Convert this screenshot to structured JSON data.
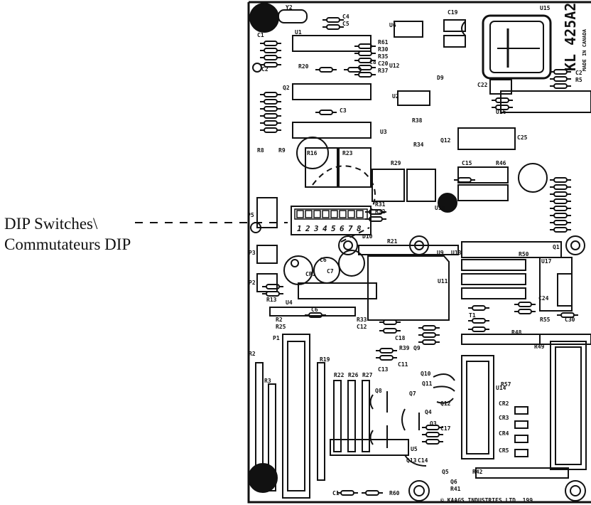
{
  "callout": {
    "line1": "DIP Switches\\",
    "line2": "Commutateurs DIP"
  },
  "board": {
    "part_number": "KL 425A2",
    "made_in": "MADE IN CANADA",
    "copyright": "© KAAGS INDUSTRIES LTD. 199",
    "dip_numbers": [
      "1",
      "2",
      "3",
      "4",
      "5",
      "6",
      "7",
      "8"
    ],
    "labels": {
      "y2": "Y2",
      "c4": "C4",
      "c5": "C5",
      "c19": "C19",
      "u15": "U15",
      "c1": "C1",
      "u1": "U1",
      "u6": "U6",
      "r61": "R61",
      "r30": "R30",
      "r35": "R35",
      "c20": "C20",
      "r37": "R37",
      "c2": "C2",
      "r20": "R20",
      "c8": "C8",
      "d9": "D9",
      "c22": "C22",
      "c23": "C2",
      "r53": "R5",
      "q2": "Q2",
      "u2": "U2",
      "c3": "C3",
      "u16": "U16",
      "r38": "R38",
      "q12": "Q12",
      "r34": "R34",
      "u3": "U3",
      "c25": "C25",
      "r8": "R8",
      "r9": "R9",
      "r16": "R16",
      "r23": "R23",
      "r29": "R29",
      "c15": "C15",
      "r46": "R46",
      "p5": "P5",
      "r31": "R31",
      "r32": "R32",
      "u10": "U10",
      "d10": "D10",
      "r21": "R21",
      "u9": "U9",
      "q1": "Q1",
      "p3": "P3",
      "c6": "C6",
      "p2": "P2",
      "cr1": "CR1",
      "c7": "C7",
      "u13": "U13",
      "r50": "R50",
      "u17": "U17",
      "r13": "R13",
      "u4": "U4",
      "c24": "C24",
      "cx": "C6",
      "r2": "R2",
      "r25": "R25",
      "r33": "R33",
      "c12": "C12",
      "t1": "T1",
      "r55": "R55",
      "c30": "C30",
      "r48": "R48",
      "r49": "R49",
      "p1": "P1",
      "c18": "C18",
      "r39": "R39",
      "q9": "Q9",
      "c11": "C11",
      "r2b": "R2",
      "r3": "R3",
      "r19": "R19",
      "r22": "R22",
      "r26": "R26",
      "r27": "R27",
      "c13": "C13",
      "q10": "Q10",
      "q11": "Q11",
      "q8": "Q8",
      "q7": "Q7",
      "q4": "Q4",
      "q12b": "Q12",
      "u14": "U14",
      "r57": "R57",
      "cr2": "CR2",
      "cr3": "CR3",
      "cr4": "CR4",
      "cr5": "CR5",
      "q3": "Q3",
      "c17": "C17",
      "q13": "Q13",
      "c14": "C14",
      "u5": "U5",
      "q5": "Q5",
      "r42": "R42",
      "q6": "Q6",
      "r41": "R41",
      "c1b": "C1",
      "r60": "R60",
      "u12": "U12",
      "u11": "U11"
    }
  }
}
